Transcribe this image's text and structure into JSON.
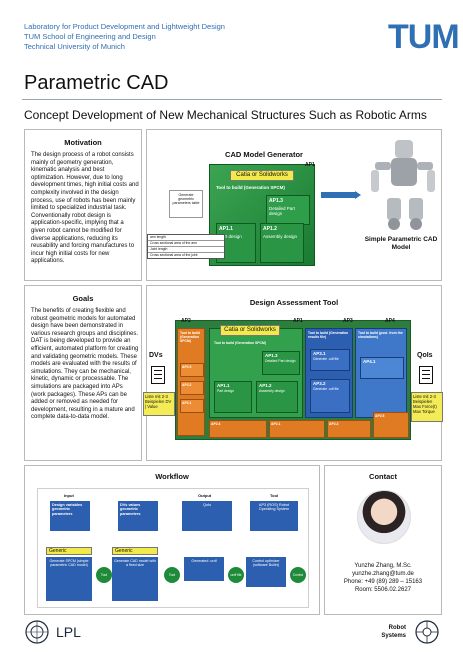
{
  "header": {
    "line1": "Laboratory for Product Development and Lightweight Design",
    "line2": "TUM School of Engineering and Design",
    "line3": "Technical University of Munich",
    "logo": "TUM"
  },
  "title": "Parametric CAD",
  "subtitle": "Concept Development of New Mechanical Structures Such as Robotic Arms",
  "motivation": {
    "title": "Motivation",
    "text": "The design process of a robot consists mainly of geometry generation, kinematic analysis and best optimization. However, due to long development times, high initial costs and complexity involved in the design process, use of robots has been mainly limited to specialized industrial task. Conventionally robot design is application-specific, implying that a given robot cannot be modified for diverse applications, reducing its reusability and forcing manufactures to incur high initial costs for new applications."
  },
  "cad_generator": {
    "title": "CAD Model Generator",
    "ap_label": "AP1",
    "catia": "Catia or Solidworks",
    "tool_to_build": "Tool to build (Generation SPCM)",
    "ap11": "AP1.1",
    "ap11_text": "Part design",
    "ap12": "AP1.2",
    "ap12_text": "Assembly design",
    "ap13": "AP1.3",
    "ap13_text": "Detailed Part design",
    "side_note": "Generate geometric parameters table",
    "param_rows": [
      "arm length",
      "Cross sectional area of the arm",
      "Joint length",
      "Cross sectional area of the joint"
    ],
    "model_label": "Simple Parametric CAD Model"
  },
  "goals": {
    "title": "Goals",
    "text": "The benefits of creating flexible and robust geometric models for automated design have been demonstrated in various research groups and disciplines. DAT is being developed to provide an efficient, automated platform for creating and validating geometric models. These models are evaluated with the results of simulations. They can be mechanical, kinetic, dynamic or processable. The simulations are packaged into APs (work packages). These APs can be added or removed as needed for development, resulting in a mature and complete data-to-data model."
  },
  "dat": {
    "title": "Design Assessment Tool",
    "ap2": "AP2",
    "ap1": "AP1",
    "ap3": "AP3",
    "ap4": "AP4",
    "catia": "Catia or Solidworks",
    "tool_gen": "Tool to build (Generation SPCM)",
    "tool_res": "Tool to build (Generation results file)",
    "tool_post": "Tool to build (post. from the simulations)",
    "dvs": "DVs",
    "qois": "QoIs",
    "dv_note": "Liste mit 2-3 Beispielen DV | Value",
    "qoi_note": "Liste mit 2-3 Beispielen Max Force(t) Max Torque",
    "ap11": "AP1.1",
    "ap12": "AP1.2",
    "ap13": "AP1.3",
    "ap31": "AP3.1",
    "ap32": "AP3.2",
    "ap41": "AP4.1",
    "ap21": "AP2.1",
    "ap22": "AP2.2",
    "ap23": "AP2.3",
    "ap24": "AP2.4",
    "ap25": "AP2.5",
    "ap11_text": "Part design",
    "ap12_text": "Assembly design",
    "ap13_text": "Detailed Part design",
    "ap31_text": "Generate .sdf file",
    "ap32_text": "Generate .sdf file",
    "ap41_text": "AP4.x"
  },
  "workflow": {
    "title": "Workflow",
    "headers": [
      "Input",
      "Output",
      "Tool"
    ],
    "input_label": "Design variables geometric parameters",
    "dv_label": "DVs values geometric parameters",
    "qoi_label": "QoIs",
    "tool_label": "AP3 (ROS) Robot Operating System",
    "generic1": "Generic",
    "generic2": "Generic",
    "flow_boxes": [
      "Generate SPCM (simple parametric CAD model)",
      "Generate CAD model with a fixed size",
      "Generated .urdf",
      "Control optimizer (software Bullet)"
    ],
    "circles": [
      "Tool",
      "Tool",
      "urdf file",
      "Control param"
    ]
  },
  "contact": {
    "title": "Contact",
    "name": "Yunzhe Zhang, M.Sc.",
    "email": "yunzhe.zhang@tum.de",
    "phone": "Phone: +49 (89) 289 – 15163",
    "room": "Room: 5506.02.2627"
  },
  "footer": {
    "lpl": "LPL",
    "robot_line1": "Robot",
    "robot_line2": "Systems"
  },
  "colors": {
    "tum_blue": "#2f6fb3",
    "green": "#1f8b3a",
    "blue": "#2c5fb0",
    "orange": "#e07b24",
    "yellow": "#f2ea4a"
  }
}
